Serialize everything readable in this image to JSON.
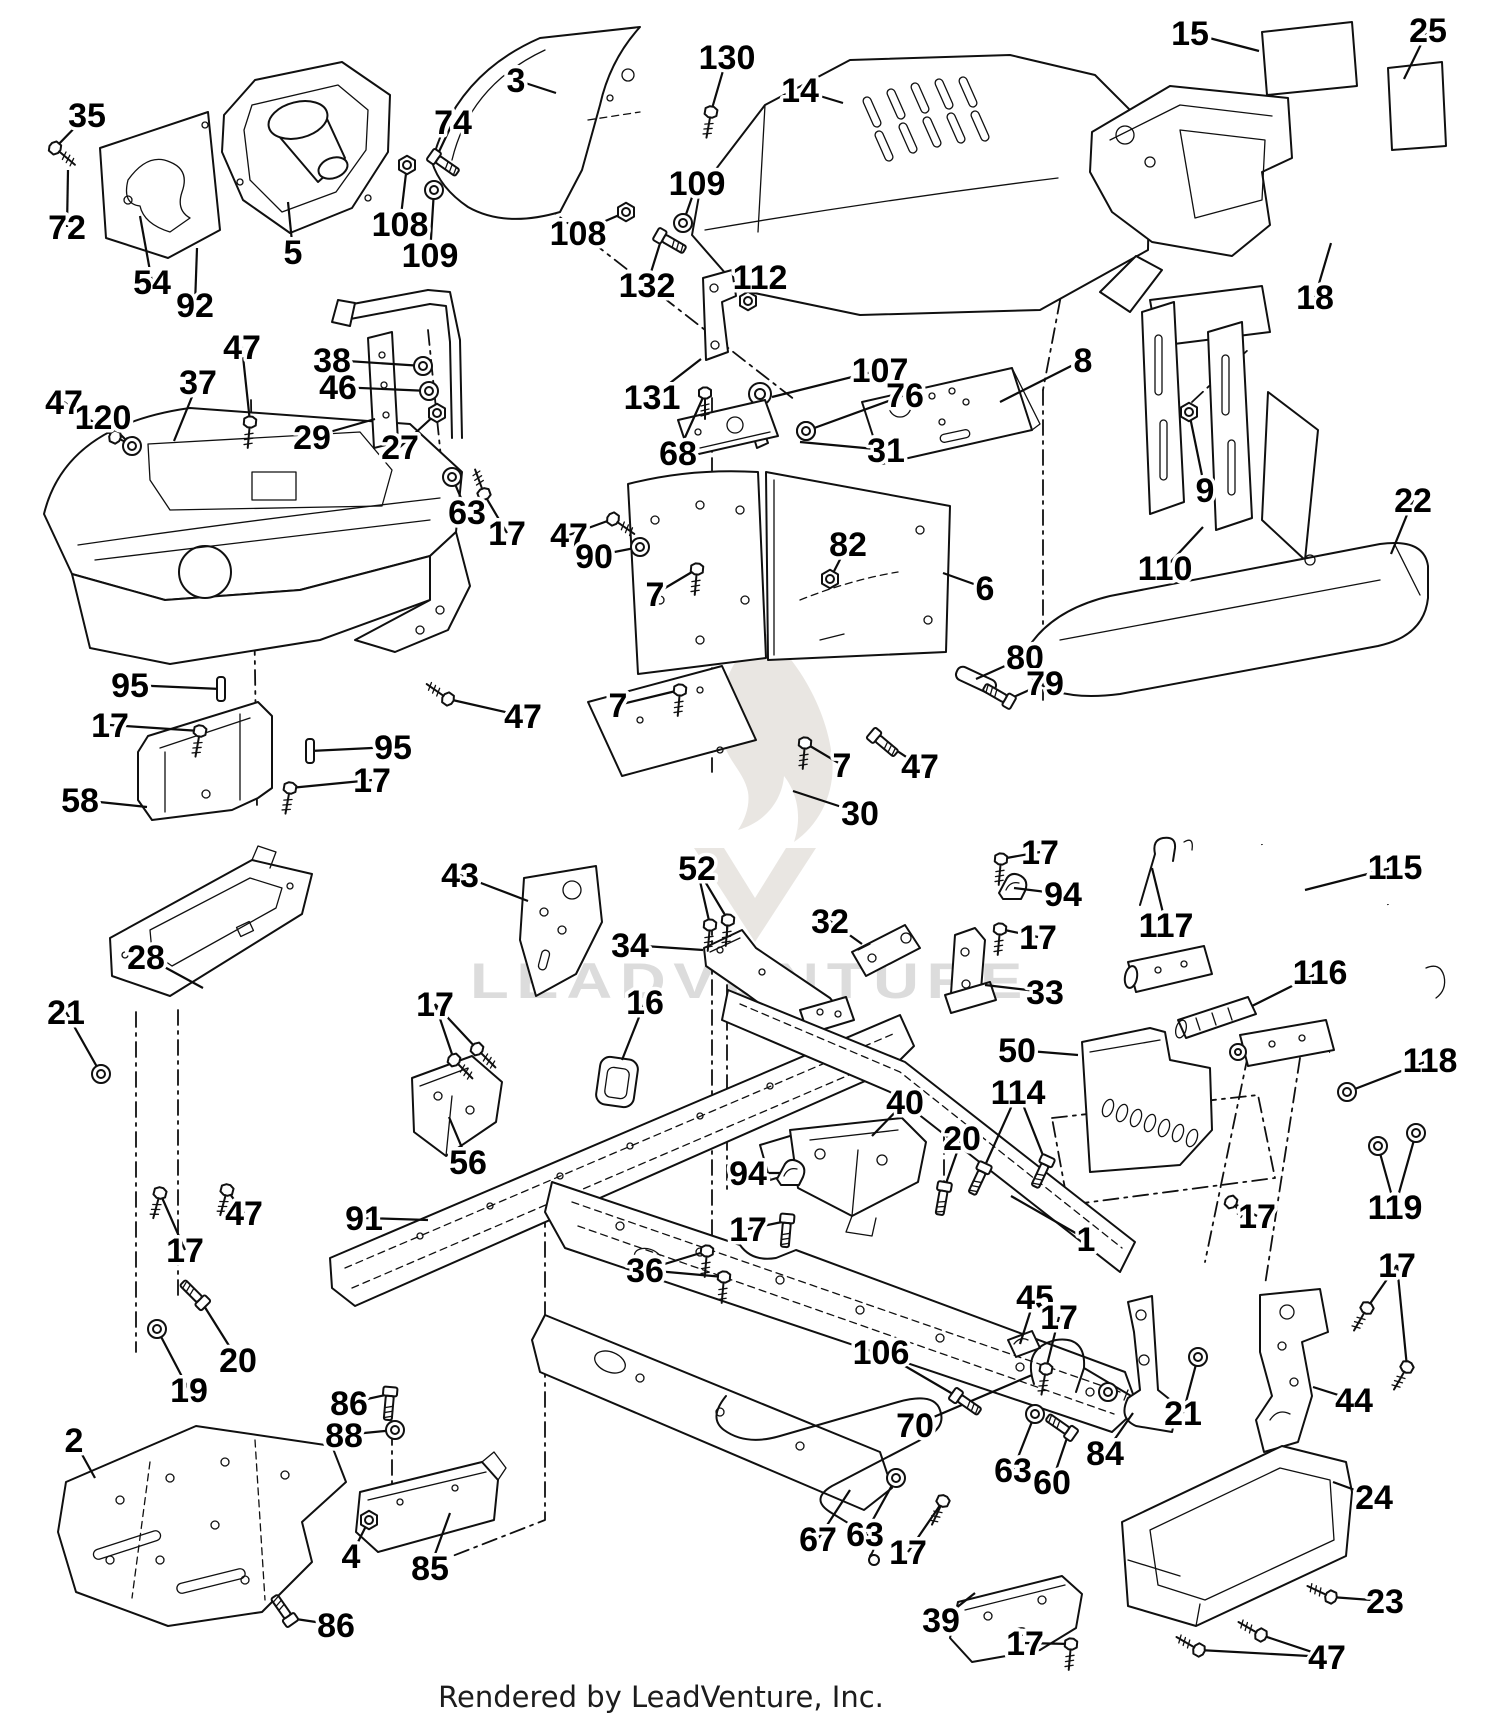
{
  "page": {
    "footer": "Rendered by LeadVenture, Inc.",
    "watermark_text": "LEADVENTURE",
    "watermark_logo": "flame-v-logo"
  },
  "colors": {
    "background": "#ffffff",
    "line": "#101010",
    "label": "#000000",
    "watermark_text": "#dcdcdc",
    "watermark_logo": "#e9e6e2"
  },
  "callouts": [
    [
      "35",
      87,
      115,
      55,
      148,
      "screw",
      40
    ],
    [
      "72",
      67,
      227,
      68,
      170,
      "",
      0
    ],
    [
      "54",
      152,
      282,
      140,
      216,
      "",
      0
    ],
    [
      "92",
      195,
      305,
      197,
      248,
      "",
      0
    ],
    [
      "5",
      293,
      252,
      288,
      202,
      "",
      0
    ],
    [
      "74",
      453,
      122,
      436,
      158,
      "bolt",
      35
    ],
    [
      "108",
      400,
      224,
      407,
      165,
      "nut",
      0
    ],
    [
      "109",
      430,
      255,
      434,
      190,
      "washer",
      0
    ],
    [
      "3",
      516,
      80,
      556,
      93,
      "",
      0
    ],
    [
      "130",
      727,
      57,
      711,
      112,
      "screw",
      100
    ],
    [
      "14",
      800,
      90,
      843,
      103,
      "",
      0
    ],
    [
      "108",
      578,
      233,
      626,
      212,
      "nut",
      0
    ],
    [
      "132",
      647,
      285,
      662,
      237,
      "bolt",
      30
    ],
    [
      "109",
      697,
      183,
      683,
      223,
      "washer",
      0
    ],
    [
      "112",
      760,
      277,
      748,
      301,
      "nut",
      0
    ],
    [
      "15",
      1190,
      33,
      1259,
      51,
      "",
      0
    ],
    [
      "25",
      1428,
      30,
      1404,
      79,
      "",
      0
    ],
    [
      "18",
      1315,
      297,
      1331,
      243,
      "",
      0
    ],
    [
      "131",
      652,
      397,
      701,
      359,
      "",
      0
    ],
    [
      "107",
      880,
      370,
      772,
      397,
      "",
      0
    ],
    [
      "76",
      905,
      395,
      806,
      431,
      "washer",
      0
    ],
    [
      "68",
      678,
      453,
      705,
      393,
      "screw",
      90
    ],
    [
      "31",
      886,
      450,
      800,
      442,
      "",
      0
    ],
    [
      "8",
      1083,
      360,
      1000,
      402,
      "",
      0
    ],
    [
      "9",
      1205,
      490,
      1189,
      412,
      "nut",
      0
    ],
    [
      "38",
      332,
      360,
      423,
      366,
      "washer",
      0
    ],
    [
      "46",
      338,
      387,
      429,
      391,
      "washer",
      0
    ],
    [
      "29",
      312,
      437,
      375,
      419,
      "",
      0
    ],
    [
      "27",
      400,
      447,
      437,
      413,
      "nut",
      0
    ],
    [
      "47",
      242,
      347,
      250,
      422,
      "screw",
      95
    ],
    [
      "47",
      64,
      402,
      115,
      437,
      "screw",
      25
    ],
    [
      "120",
      103,
      417,
      132,
      446,
      "washer",
      0
    ],
    [
      "37",
      198,
      382,
      174,
      441,
      "",
      0
    ],
    [
      "63",
      467,
      512,
      452,
      477,
      "washer",
      0
    ],
    [
      "17",
      507,
      533,
      484,
      494,
      "screw",
      250
    ],
    [
      "47",
      569,
      535,
      613,
      519,
      "screw",
      35
    ],
    [
      "90",
      594,
      556,
      640,
      547,
      "washer",
      0
    ],
    [
      "110",
      1165,
      568,
      1203,
      527,
      "",
      0
    ],
    [
      "22",
      1413,
      500,
      1391,
      554,
      "",
      0
    ],
    [
      "7",
      655,
      594,
      697,
      569,
      "screw",
      95
    ],
    [
      "82",
      848,
      544,
      830,
      579,
      "nut",
      0
    ],
    [
      "6",
      985,
      588,
      943,
      573,
      "",
      0
    ],
    [
      "80",
      1025,
      657,
      976,
      679,
      "",
      0
    ],
    [
      "79",
      1045,
      683,
      1007,
      700,
      "bolt",
      210
    ],
    [
      "95",
      130,
      685,
      221,
      689,
      "pin",
      0
    ],
    [
      "17",
      110,
      725,
      200,
      731,
      "screw",
      100
    ],
    [
      "95",
      393,
      747,
      310,
      751,
      "pin",
      0
    ],
    [
      "17",
      372,
      780,
      290,
      788,
      "screw",
      100
    ],
    [
      "58",
      80,
      800,
      147,
      807,
      "",
      0
    ],
    [
      "47",
      523,
      716,
      448,
      699,
      "screw",
      215
    ],
    [
      "7",
      618,
      705,
      680,
      690,
      "screw",
      95
    ],
    [
      "47",
      920,
      766,
      876,
      737,
      "bolt",
      40
    ],
    [
      "7",
      842,
      765,
      805,
      743,
      "screw",
      95
    ],
    [
      "30",
      860,
      813,
      793,
      791,
      "",
      0
    ],
    [
      "43",
      460,
      875,
      528,
      901,
      "",
      0
    ],
    [
      "52",
      697,
      868,
      710,
      925,
      "screw",
      95,
      728,
      920
    ],
    [
      "17",
      1040,
      852,
      1001,
      859,
      "screw",
      95
    ],
    [
      "94",
      1063,
      894,
      1014,
      888,
      "",
      0
    ],
    [
      "32",
      830,
      921,
      862,
      944,
      "",
      0
    ],
    [
      "17",
      1038,
      937,
      1000,
      929,
      "screw",
      95
    ],
    [
      "33",
      1045,
      992,
      985,
      985,
      "",
      0
    ],
    [
      "34",
      630,
      945,
      703,
      950,
      "",
      0
    ],
    [
      "115",
      1395,
      867,
      1305,
      890,
      "",
      0
    ],
    [
      "117",
      1166,
      925,
      1152,
      868,
      "",
      0
    ],
    [
      "116",
      1320,
      972,
      1252,
      1006,
      "",
      0
    ],
    [
      "16",
      645,
      1002,
      622,
      1060,
      "",
      0
    ],
    [
      "17",
      435,
      1004,
      454,
      1060,
      "screw",
      45,
      477,
      1049
    ],
    [
      "28",
      146,
      957,
      203,
      988,
      "",
      0
    ],
    [
      "21",
      66,
      1012,
      101,
      1074,
      "washer",
      0
    ],
    [
      "50",
      1017,
      1050,
      1078,
      1055,
      "",
      0
    ],
    [
      "118",
      1430,
      1060,
      1347,
      1092,
      "washer",
      0
    ],
    [
      "114",
      1018,
      1092,
      983,
      1170,
      "bolt",
      115,
      1046,
      1163
    ],
    [
      "40",
      905,
      1102,
      872,
      1136,
      "",
      0
    ],
    [
      "20",
      962,
      1138,
      944,
      1189,
      "bolt",
      100
    ],
    [
      "56",
      468,
      1162,
      449,
      1117,
      "",
      0
    ],
    [
      "94",
      748,
      1173,
      780,
      1173,
      "",
      0
    ],
    [
      "17",
      748,
      1229,
      787,
      1221,
      "bolt",
      95
    ],
    [
      "91",
      364,
      1218,
      428,
      1220,
      "",
      0
    ],
    [
      "119",
      1395,
      1207,
      1378,
      1146,
      "washer",
      0,
      1416,
      1133
    ],
    [
      "17",
      1257,
      1216,
      1231,
      1202,
      "screw",
      45
    ],
    [
      "17",
      1397,
      1265,
      1367,
      1308,
      "screw",
      120,
      1407,
      1367
    ],
    [
      "36",
      645,
      1270,
      707,
      1251,
      "screw",
      95,
      724,
      1277
    ],
    [
      "1",
      1086,
      1239,
      1011,
      1196,
      "",
      0
    ],
    [
      "45",
      1035,
      1297,
      1020,
      1344,
      "",
      0
    ],
    [
      "17",
      1059,
      1317,
      1046,
      1369,
      "screw",
      100
    ],
    [
      "106",
      881,
      1352,
      958,
      1397,
      "bolt",
      35
    ],
    [
      "70",
      915,
      1425,
      1032,
      1375,
      "",
      0
    ],
    [
      "63",
      1013,
      1470,
      1035,
      1414,
      "washer",
      0
    ],
    [
      "60",
      1052,
      1482,
      1069,
      1432,
      "bolt",
      215
    ],
    [
      "21",
      1183,
      1413,
      1198,
      1357,
      "washer",
      0
    ],
    [
      "84",
      1105,
      1453,
      1133,
      1413,
      "",
      0
    ],
    [
      "44",
      1354,
      1400,
      1313,
      1387,
      "",
      0
    ],
    [
      "24",
      1374,
      1497,
      1333,
      1482,
      "",
      0
    ],
    [
      "23",
      1385,
      1601,
      1331,
      1597,
      "screw",
      205
    ],
    [
      "47",
      1327,
      1657,
      1199,
      1650,
      "screw",
      210,
      1261,
      1635
    ],
    [
      "2",
      74,
      1440,
      95,
      1478,
      "",
      0
    ],
    [
      "4",
      351,
      1556,
      369,
      1520,
      "nut",
      0
    ],
    [
      "86",
      349,
      1403,
      390,
      1394,
      "bolt",
      95
    ],
    [
      "88",
      344,
      1435,
      395,
      1430,
      "washer",
      0
    ],
    [
      "85",
      430,
      1568,
      450,
      1513,
      "",
      0
    ],
    [
      "86",
      336,
      1625,
      289,
      1618,
      "bolt",
      235
    ],
    [
      "19",
      189,
      1390,
      157,
      1329,
      "washer",
      0
    ],
    [
      "20",
      238,
      1360,
      201,
      1301,
      "bolt",
      225
    ],
    [
      "17",
      185,
      1250,
      160,
      1193,
      "screw",
      105
    ],
    [
      "47",
      244,
      1213,
      227,
      1190,
      "screw",
      105
    ],
    [
      "17",
      908,
      1552,
      943,
      1501,
      "screw",
      115
    ],
    [
      "63",
      865,
      1534,
      896,
      1478,
      "washer",
      0
    ],
    [
      "67",
      818,
      1539,
      850,
      1490,
      "",
      0
    ],
    [
      "39",
      941,
      1620,
      975,
      1593,
      "",
      0
    ],
    [
      "17",
      1025,
      1643,
      1071,
      1644,
      "screw",
      95
    ]
  ]
}
